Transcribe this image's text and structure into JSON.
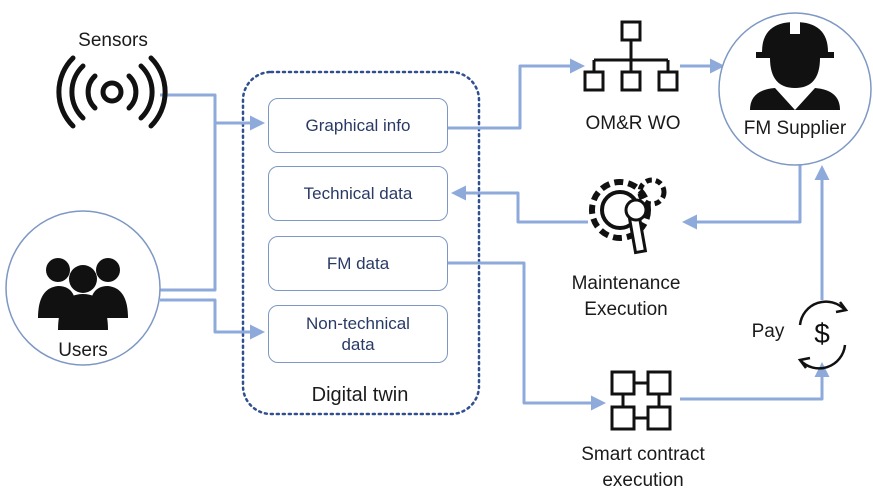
{
  "nodes": {
    "sensors": "Sensors",
    "users": "Users",
    "graphical_info": "Graphical info",
    "technical_data": "Technical data",
    "fm_data": "FM data",
    "non_technical_data_line1": "Non-technical",
    "non_technical_data_line2": "data",
    "digital_twin": "Digital twin",
    "omr_wo": "OM&R WO",
    "fm_supplier": "FM Supplier",
    "maintenance_line1": "Maintenance",
    "maintenance_line2": "Execution",
    "pay": "Pay",
    "smart_contract_line1": "Smart contract",
    "smart_contract_line2": "execution"
  },
  "colors": {
    "arrow": "#8eaadb",
    "box_border": "#7d98c4",
    "dotted_border": "#2f4f8f",
    "icon": "#111111",
    "box_text": "#2a3a66"
  },
  "icons": [
    "sensor-icon",
    "users-icon",
    "org-chart-icon",
    "worker-icon",
    "gear-wrench-icon",
    "blockchain-icon",
    "payment-cycle-icon"
  ]
}
